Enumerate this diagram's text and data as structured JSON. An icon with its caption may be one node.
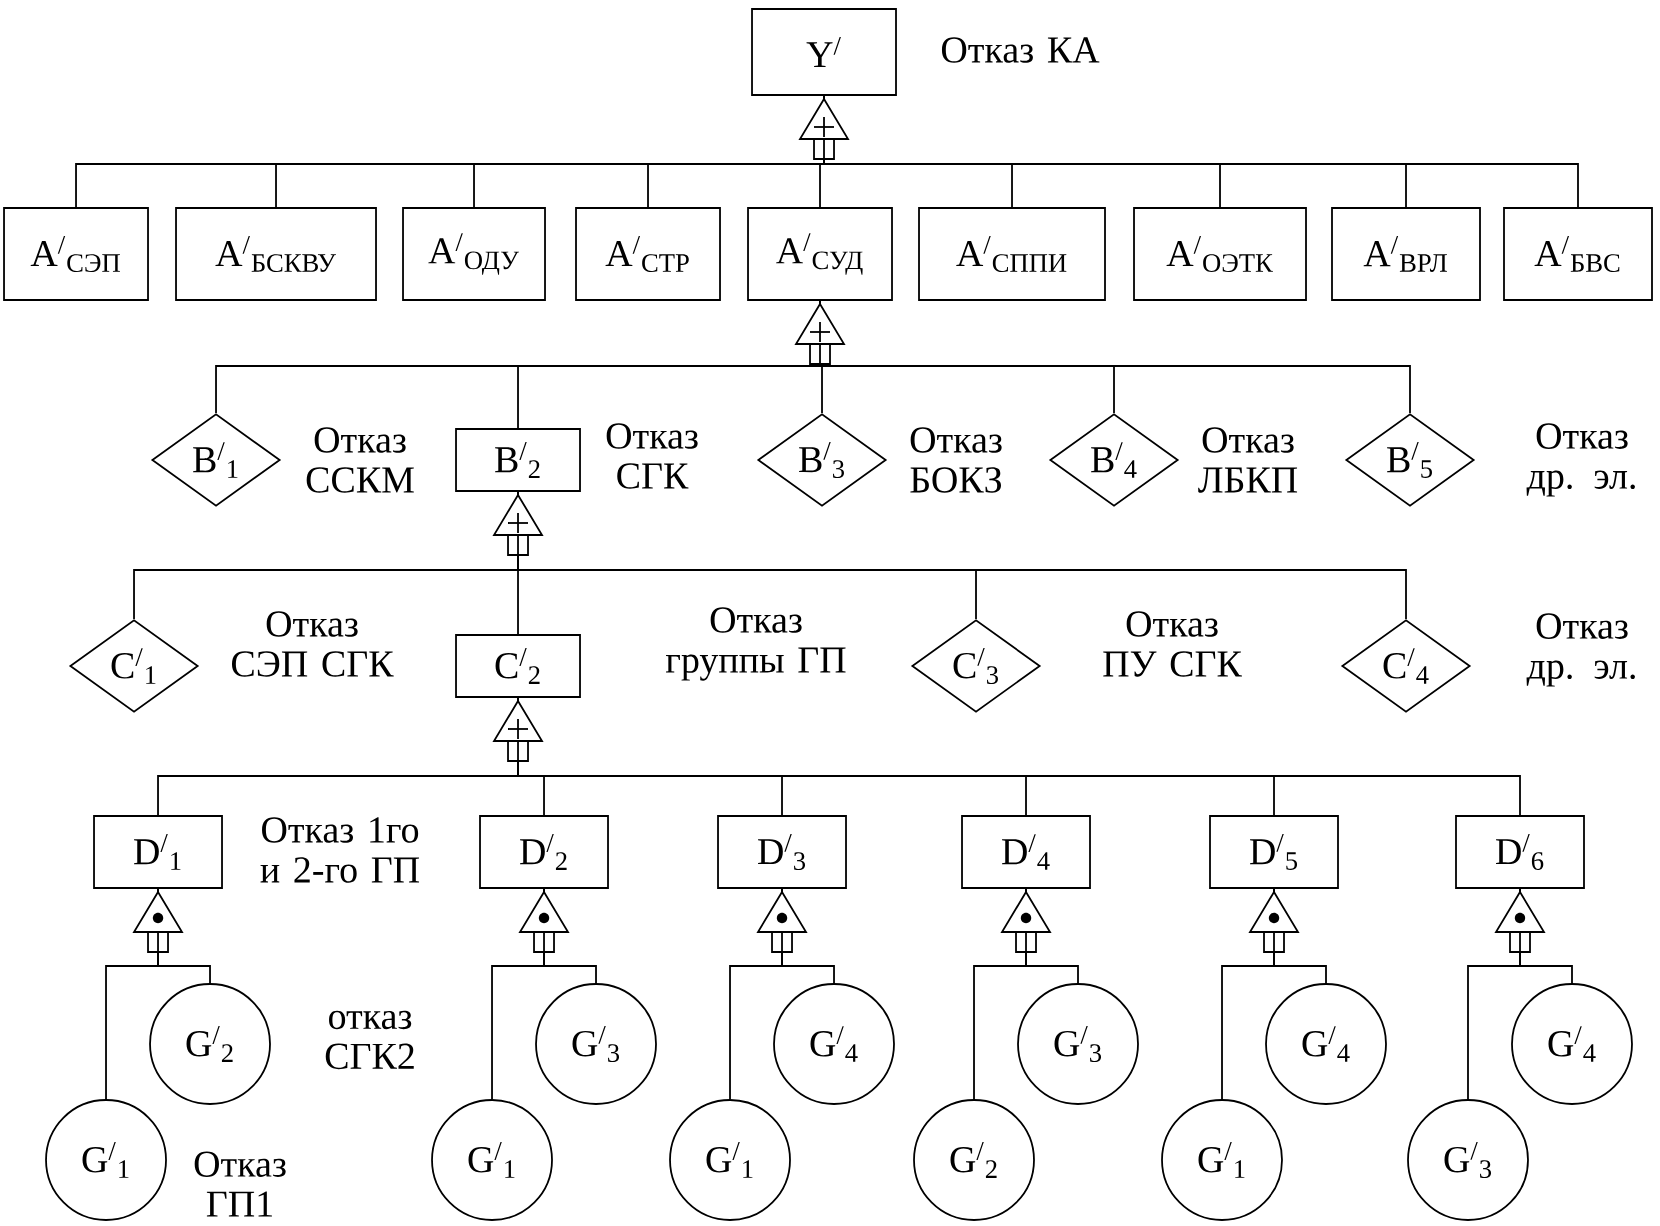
{
  "diagram": {
    "nodes": [
      {
        "text": [
          "Y$^{/}$"
        ],
        "beside": [
          "Отказ КА"
        ]
      },
      {
        "text": [
          "A$^{/}$$_{СЭП}$"
        ]
      },
      {
        "text": [
          "A$^{/}$$_{БСКВУ}$"
        ]
      },
      {
        "text": [
          "A$^{/}$$_{ОДУ}$"
        ]
      },
      {
        "text": [
          "A$^{/}$$_{СТР}$"
        ]
      },
      {
        "text": [
          "A$^{/}$$_{СУД}$"
        ]
      },
      {
        "text": [
          "A$^{/}$$_{СППИ}$"
        ]
      },
      {
        "text": [
          "A$^{/}$$_{ОЭТК}$"
        ]
      },
      {
        "text": [
          "A$^{/}$$_{ВРЛ}$"
        ]
      },
      {
        "text": [
          "A$^{/}$$_{БВС}$"
        ]
      },
      {
        "text": [
          "B$^{/}$$_{1}$"
        ],
        "beside": [
          "Отказ ССКМ"
        ]
      },
      {
        "text": [
          "B$^{/}$$_{2}$"
        ],
        "beside": [
          "Отказ СГК"
        ]
      },
      {
        "text": [
          "B$^{/}$$_{3}$"
        ],
        "beside": [
          "Отказ БОКЗ"
        ]
      },
      {
        "text": [
          "B$^{/}$$_{4}$"
        ],
        "beside": [
          "Отказ ЛБКП"
        ]
      },
      {
        "text": [
          "B$^{/}$$_{5}$"
        ],
        "beside": [
          "Отказ др. эл."
        ]
      },
      {
        "text": [
          "C$^{/}$$_{1}$"
        ],
        "beside": [
          "Отказ СЭП СГК"
        ]
      },
      {
        "text": [
          "C$^{/}$$_{2}$"
        ],
        "beside": [
          "Отказ группы ГП"
        ]
      },
      {
        "text": [
          "C$^{/}$$_{3}$"
        ],
        "beside": [
          "Отказ ПУ СГК"
        ]
      },
      {
        "text": [
          "C$^{/}$$_{4}$"
        ],
        "beside": [
          "Отказ др. эл."
        ]
      },
      {
        "text": [
          "D$^{/}$$_{1}$"
        ],
        "beside": [
          "Отказ 1го и 2-го ГП"
        ]
      },
      {
        "text": [
          "D$^{/}$$_{2}$"
        ]
      },
      {
        "text": [
          "D$^{/}$$_{3}$"
        ]
      },
      {
        "text": [
          "D$^{/}$$_{4}$"
        ]
      },
      {
        "text": [
          "D$^{/}$$_{5}$"
        ]
      },
      {
        "text": [
          "D$^{/}$$_{6}$"
        ]
      },
      {
        "text": [
          "G$^{/}$$_{1}$"
        ],
        "beside": [
          "Отказ ГП1"
        ]
      },
      {
        "text": [
          "G$^{/}$$_{2}$"
        ],
        "beside": [
          "отказ СГК2"
        ]
      },
      {
        "text": [
          "G$^{/}$$_{1}$"
        ]
      },
      {
        "text": [
          "G$^{/}$$_{3}$"
        ]
      },
      {
        "text": [
          "G$^{/}$$_{1}$"
        ]
      },
      {
        "text": [
          "G$^{/}$$_{4}$"
        ]
      },
      {
        "text": [
          "G$^{/}$$_{2}$"
        ]
      },
      {
        "text": [
          "G$^{/}$$_{3}$"
        ]
      },
      {
        "text": [
          "G$^{/}$$_{1}$"
        ]
      },
      {
        "text": [
          "G$^{/}$$_{4}$"
        ]
      },
      {
        "text": [
          "G$^{/}$$_{3}$"
        ]
      },
      {
        "text": [
          "G$^{/}$$_{4}$"
        ]
      }
    ],
    "edges": [
      {
        "from": 0,
        "to": 1,
        "arrow": "none"
      },
      {
        "from": 0,
        "to": 2,
        "arrow": "none"
      },
      {
        "from": 0,
        "to": 3,
        "arrow": "none"
      },
      {
        "from": 0,
        "to": 4,
        "arrow": "none"
      },
      {
        "from": 0,
        "to": 5,
        "arrow": "none"
      },
      {
        "from": 0,
        "to": 6,
        "arrow": "none"
      },
      {
        "from": 0,
        "to": 7,
        "arrow": "none"
      },
      {
        "from": 0,
        "to": 8,
        "arrow": "none"
      },
      {
        "from": 0,
        "to": 9,
        "arrow": "none"
      },
      {
        "from": 5,
        "to": 10,
        "arrow": "none"
      },
      {
        "from": 5,
        "to": 11,
        "arrow": "none"
      },
      {
        "from": 5,
        "to": 12,
        "arrow": "none"
      },
      {
        "from": 5,
        "to": 13,
        "arrow": "none"
      },
      {
        "from": 5,
        "to": 14,
        "arrow": "none"
      },
      {
        "from": 11,
        "to": 15,
        "arrow": "none"
      },
      {
        "from": 11,
        "to": 16,
        "arrow": "none"
      },
      {
        "from": 11,
        "to": 17,
        "arrow": "none"
      },
      {
        "from": 11,
        "to": 18,
        "arrow": "none"
      },
      {
        "from": 16,
        "to": 19,
        "arrow": "none"
      },
      {
        "from": 16,
        "to": 20,
        "arrow": "none"
      },
      {
        "from": 16,
        "to": 21,
        "arrow": "none"
      },
      {
        "from": 16,
        "to": 22,
        "arrow": "none"
      },
      {
        "from": 16,
        "to": 23,
        "arrow": "none"
      },
      {
        "from": 16,
        "to": 24,
        "arrow": "none"
      },
      {
        "from": 19,
        "to": 25,
        "arrow": "none"
      },
      {
        "from": 19,
        "to": 26,
        "arrow": "none"
      },
      {
        "from": 20,
        "to": 27,
        "arrow": "none"
      },
      {
        "from": 20,
        "to": 28,
        "arrow": "none"
      },
      {
        "from": 21,
        "to": 29,
        "arrow": "none"
      },
      {
        "from": 21,
        "to": 30,
        "arrow": "none"
      },
      {
        "from": 22,
        "to": 31,
        "arrow": "none"
      },
      {
        "from": 22,
        "to": 32,
        "arrow": "none"
      },
      {
        "from": 23,
        "to": 33,
        "arrow": "none"
      },
      {
        "from": 23,
        "to": 34,
        "arrow": "none"
      },
      {
        "from": 24,
        "to": 35,
        "arrow": "none"
      },
      {
        "from": 24,
        "to": 36,
        "arrow": "none"
      }
    ]
  }
}
